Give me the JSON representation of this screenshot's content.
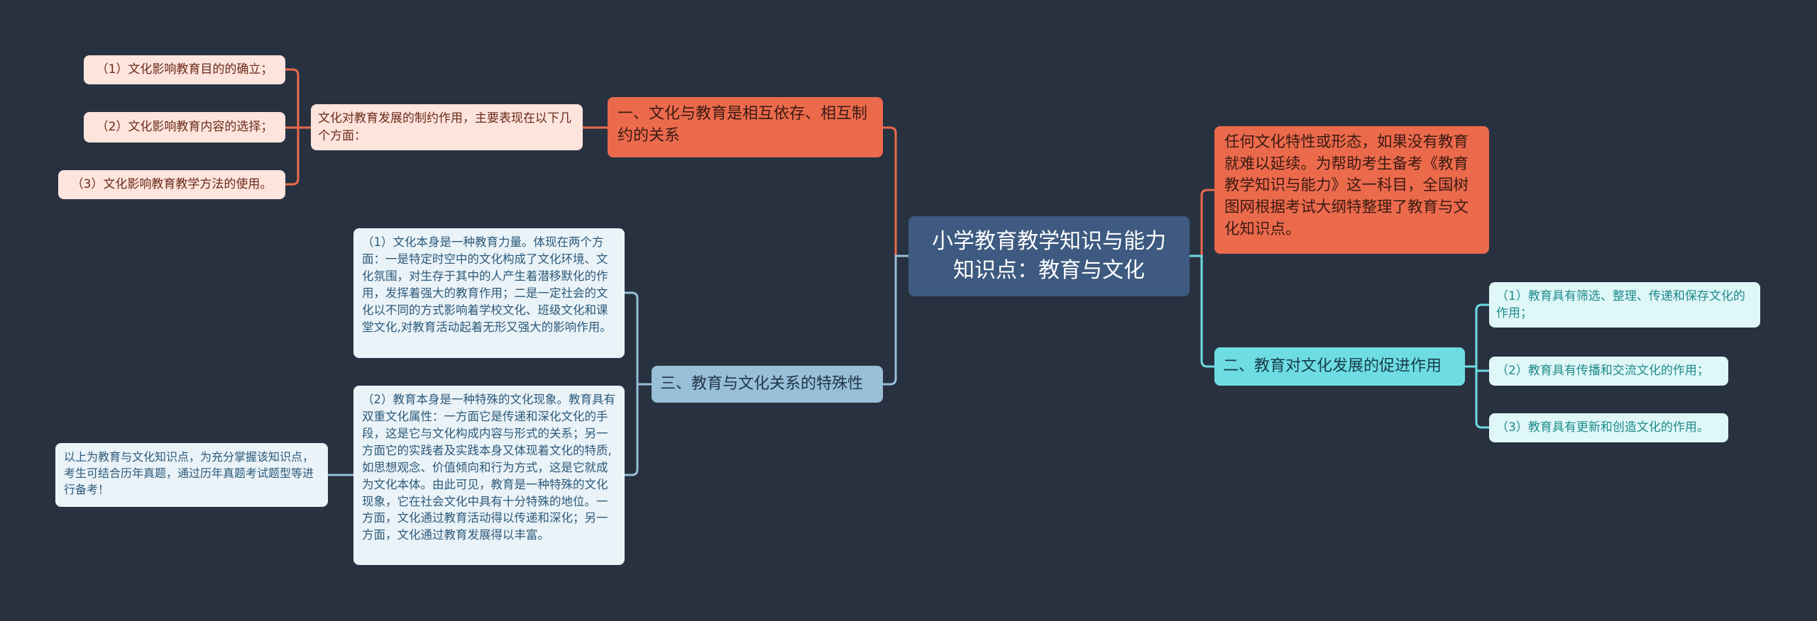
{
  "center": {
    "title": "小学教育教学知识与能力知识点：教育与文化"
  },
  "branch1": {
    "label": "一、文化与教育是相互依存、相互制约的关系",
    "sub": "文化对教育发展的制约作用，主要表现在以下几个方面：",
    "leaves": [
      "（1）文化影响教育目的的确立；",
      "（2）文化影响教育内容的选择；",
      "（3）文化影响教育教学方法的使用。"
    ]
  },
  "intro_note": "任何文化特性或形态，如果没有教育就难以延续。为帮助考生备考《教育教学知识与能力》这一科目，全国树图网根据考试大纲特整理了教育与文化知识点。",
  "branch2": {
    "label": "二、教育对文化发展的促进作用",
    "leaves": [
      "（1）教育具有筛选、整理、传递和保存文化的作用；",
      "（2）教育具有传播和交流文化的作用；",
      "（3）教育具有更新和创造文化的作用。"
    ]
  },
  "branch3": {
    "label": "三、教育与文化关系的特殊性",
    "leaves": [
      "（1）文化本身是一种教育力量。体现在两个方面：一是特定时空中的文化构成了文化环境、文化氛围，对生存于其中的人产生着潜移默化的作用，发挥着强大的教育作用；二是一定社会的文化以不同的方式影响着学校文化、班级文化和课堂文化,对教育活动起着无形又强大的影响作用。",
      "（2）教育本身是一种特殊的文化现象。教育具有双重文化属性：一方面它是传递和深化文化的手段，这是它与文化构成内容与形式的关系；另一方面它的实践者及实践本身又体现着文化的特质,如思想观念、价值倾向和行为方式，这是它就成为文化本体。由此可见，教育是一种特殊的文化现象，它在社会文化中具有十分特殊的地位。一方面，文化通过教育活动得以传递和深化；另一方面，文化通过教育发展得以丰富。"
    ],
    "closing_note": "以上为教育与文化知识点，为充分掌握该知识点，考生可结合历年真题，通过历年真题考试题型等进行备考！"
  },
  "colors": {
    "background": "#283140",
    "orange": "#ec6a4c",
    "teal": "#6edde3",
    "blue": "#98bfd8",
    "center": "#3e5a80"
  }
}
